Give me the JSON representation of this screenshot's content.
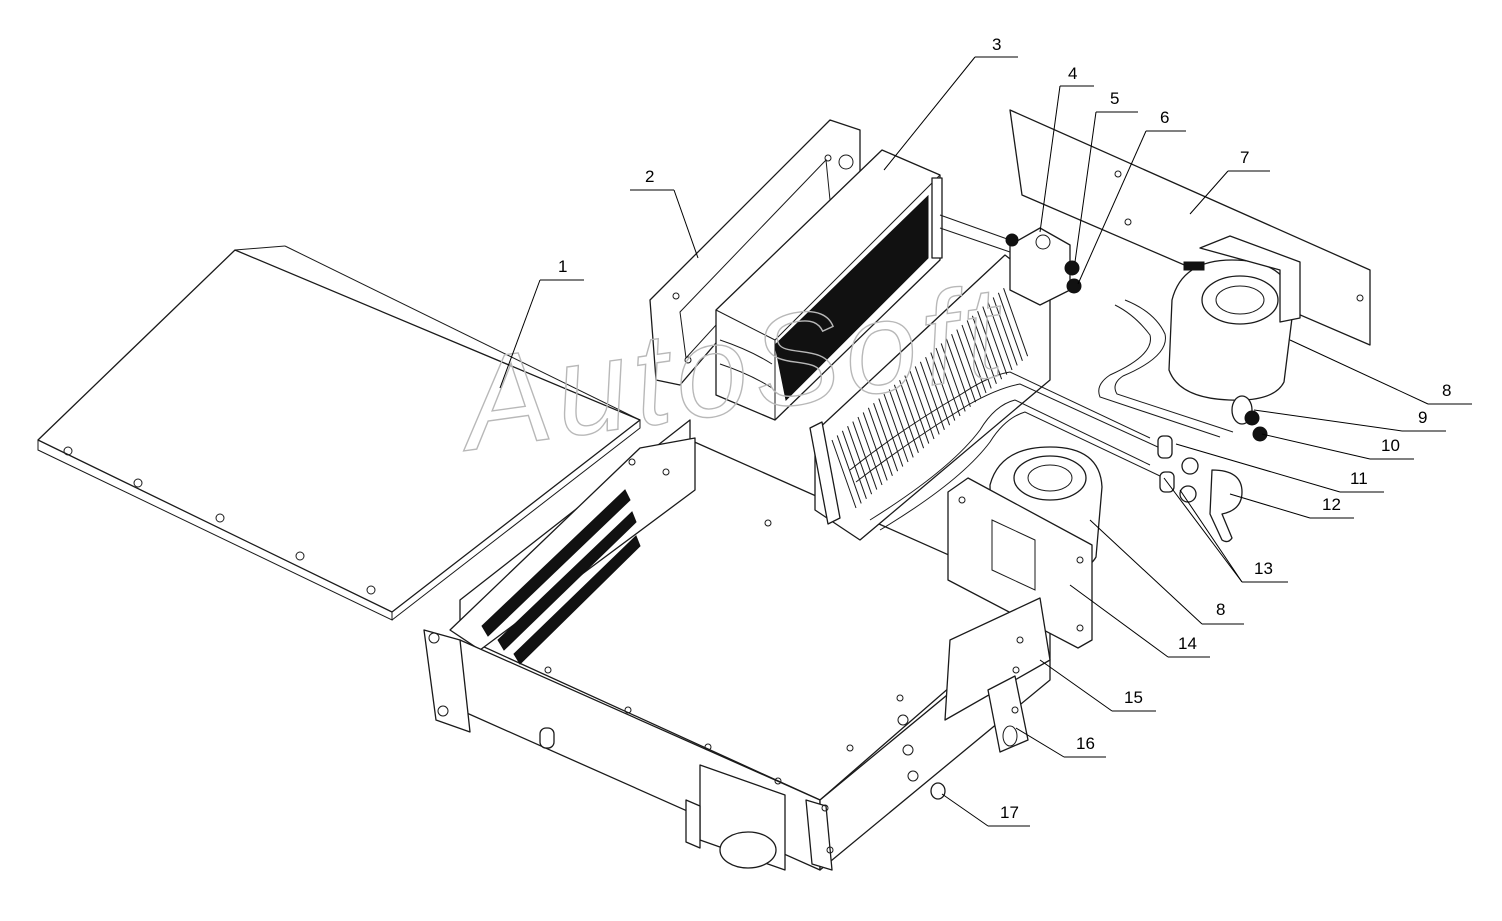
{
  "watermark": "AutoSoft",
  "callouts": [
    "1",
    "2",
    "3",
    "4",
    "5",
    "6",
    "7",
    "8",
    "9",
    "10",
    "11",
    "12",
    "13",
    "8",
    "14",
    "15",
    "16",
    "17"
  ]
}
